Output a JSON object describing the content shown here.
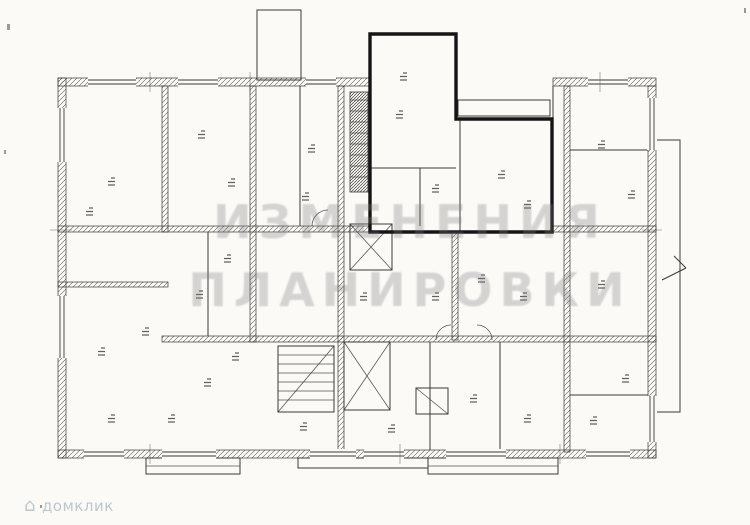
{
  "watermark": {
    "line1": "ИЗМЕНЕНИЯ",
    "line2": "ПЛАНИРОВКИ"
  },
  "logo": {
    "icon": "house-icon",
    "icon_glyph": "⌂",
    "text": "домклик"
  },
  "colors": {
    "paper": "#fbfaf7",
    "line": "#3a3a36",
    "highlight": "#151515",
    "watermark": "#7d7d7d",
    "logo": "#b9c5cb"
  }
}
